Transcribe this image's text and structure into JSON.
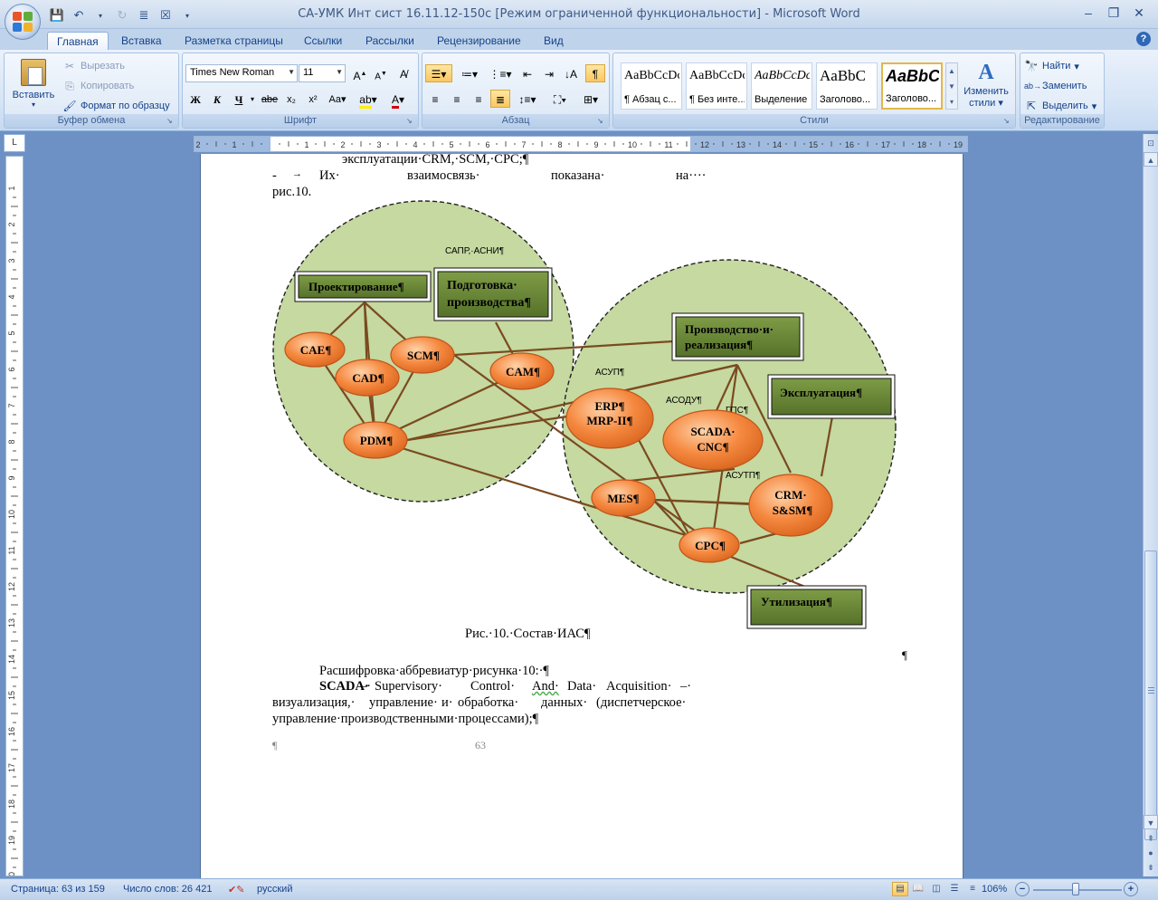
{
  "window": {
    "title": "СА-УМК Инт сист 16.11.12-150с [Режим ограниченной функциональности] - Microsoft Word"
  },
  "ribbon": {
    "tabs": [
      "Главная",
      "Вставка",
      "Разметка страницы",
      "Ссылки",
      "Рассылки",
      "Рецензирование",
      "Вид"
    ],
    "clipboard": {
      "paste": "Вставить",
      "cut": "Вырезать",
      "copy": "Копировать",
      "format_painter": "Формат по образцу",
      "label": "Буфер обмена"
    },
    "font": {
      "name": "Times New Roman",
      "size": "11",
      "label": "Шрифт",
      "bold": "Ж",
      "italic": "К",
      "underline": "Ч",
      "strike": "abe",
      "sub": "x₂",
      "sup": "x²",
      "case": "Aa"
    },
    "paragraph": {
      "label": "Абзац"
    },
    "styles": {
      "label": "Стили",
      "items": [
        {
          "sample": "AaBbCcDc",
          "name": "¶ Абзац с..."
        },
        {
          "sample": "AaBbCcDc",
          "name": "¶ Без инте..."
        },
        {
          "sample": "AaBbCcDc",
          "name": "Выделение"
        },
        {
          "sample": "AaBbC",
          "name": "Заголово..."
        },
        {
          "sample": "AaBbC",
          "name": "Заголово..."
        }
      ],
      "change_line1": "Изменить",
      "change_line2": "стили"
    },
    "editing": {
      "label": "Редактирование",
      "find": "Найти",
      "replace": "Заменить",
      "select": "Выделить"
    }
  },
  "document": {
    "line1": "эксплуатации·CRM,·SCM,·CPC;¶",
    "line2_dash": "-",
    "line2_arrow": "→",
    "line2_words": [
      "Их·",
      "взаимосвязь·",
      "показана·",
      "на····"
    ],
    "line3": "рис.10.",
    "caption": "Рис.·10.·Состав·ИАС¶",
    "para1": "Расшифровка·аббревиатур·рисунка·10:·¶",
    "para2_bold": "SCADA·",
    "para2_rest_words": [
      "–·",
      "Supervisory·",
      "Control·",
      "And·",
      "Data·",
      "Acquisition·",
      "–·"
    ],
    "para3_words": [
      "визуализация,·",
      "управление·",
      "и·",
      "обработка·",
      "данных·",
      "(диспетчерское·"
    ],
    "para4": "управление·производственными·процессами);¶",
    "pilcrow": "¶",
    "page_number": "63",
    "cursor_mark": "¶"
  },
  "diagram": {
    "label_sapr": "САПР,·АСНИ¶",
    "label_asup": "АСУП¶",
    "label_asodu": "АСОДУ¶",
    "label_gps": "ГПС¶",
    "label_asutp": "АСУТП¶",
    "box_design": "Проектирование¶",
    "box_prep_1": "Подготовка·",
    "box_prep_2": "производства¶",
    "box_prod_1": "Производство·и·",
    "box_prod_2": "реализация¶",
    "box_exploit": "Эксплуатация¶",
    "box_util": "Утилизация¶",
    "node_cae": "CAE¶",
    "node_cad": "CAD¶",
    "node_scm": "SCM¶",
    "node_cam": "CAM¶",
    "node_pdm": "PDM¶",
    "node_erp_1": "ERP¶",
    "node_erp_2": "MRP-II¶",
    "node_scada_1": "SCADA·",
    "node_scada_2": "CNC¶",
    "node_mes": "MES¶",
    "node_crm_1": "CRM·",
    "node_crm_2": "S&SM¶",
    "node_cpc": "CPC¶",
    "colors": {
      "circle_fill": "#c5d9a0",
      "box_fill": "#6e8c3a",
      "node_fill": "#f5883f",
      "line": "#7a4a20"
    }
  },
  "statusbar": {
    "page": "Страница: 63 из 159",
    "words": "Число слов: 26 421",
    "language": "русский",
    "zoom": "106%"
  }
}
